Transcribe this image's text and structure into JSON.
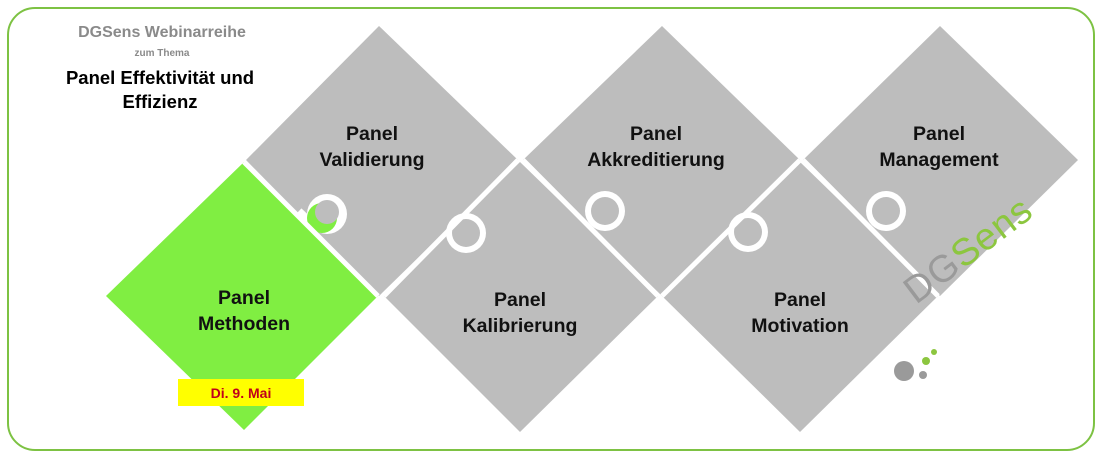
{
  "header": {
    "series_title": "DGSens Webinarreihe",
    "series_sub": "zum Thema",
    "topic_line1": "Panel Effektivität und",
    "topic_line2": "Effizienz"
  },
  "pieces": {
    "validierung": {
      "line1": "Panel",
      "line2": "Validierung"
    },
    "akkreditierung": {
      "line1": "Panel",
      "line2": "Akkreditierung"
    },
    "management": {
      "line1": "Panel",
      "line2": "Management"
    },
    "methoden": {
      "line1": "Panel",
      "line2": "Methoden"
    },
    "kalibrierung": {
      "line1": "Panel",
      "line2": "Kalibrierung"
    },
    "motivation": {
      "line1": "Panel",
      "line2": "Motivation"
    }
  },
  "date_badge": "Di. 9. Mai",
  "logo": {
    "dg": "DG",
    "sens": "Sens"
  },
  "colors": {
    "frame": "#7dc243",
    "grey_piece": "#bdbdbd",
    "green_piece": "#80ee42",
    "badge_bg": "#ffff00",
    "badge_text": "#c0001a",
    "logo_green": "#8cc63f",
    "logo_grey": "#9a9a9a"
  }
}
